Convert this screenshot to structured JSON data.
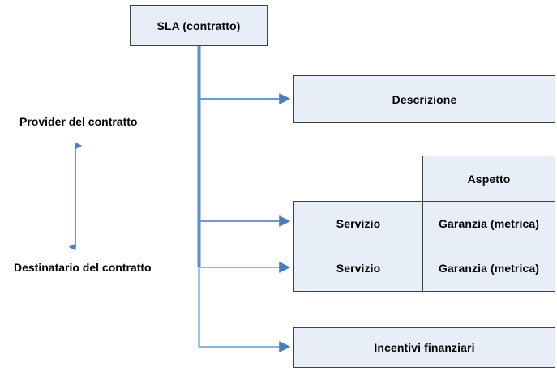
{
  "diagram": {
    "title": "SLA (contratto)",
    "colors": {
      "box_fill": "#e8eef7",
      "box_border": "#404040",
      "trunk_strong": "#5b8fd0",
      "trunk_light": "#a3c2e3",
      "arrow": "#5b8fd0",
      "double_arrow": "#4a7ebb",
      "background": "#ffffff"
    },
    "root": {
      "label": "SLA (contratto)"
    },
    "branches": [
      {
        "label": "Descrizione"
      },
      {
        "label": "Servizio"
      },
      {
        "label": "Servizio"
      },
      {
        "label": "Incentivi finanziari"
      }
    ],
    "table": {
      "header": "Aspetto",
      "rows": [
        {
          "service": "Servizio",
          "guarantee": "Garanzia (metrica)"
        },
        {
          "service": "Servizio",
          "guarantee": "Garanzia (metrica)"
        }
      ]
    },
    "side_labels": {
      "top": "Provider del contratto",
      "bottom": "Destinatario del contratto"
    }
  }
}
